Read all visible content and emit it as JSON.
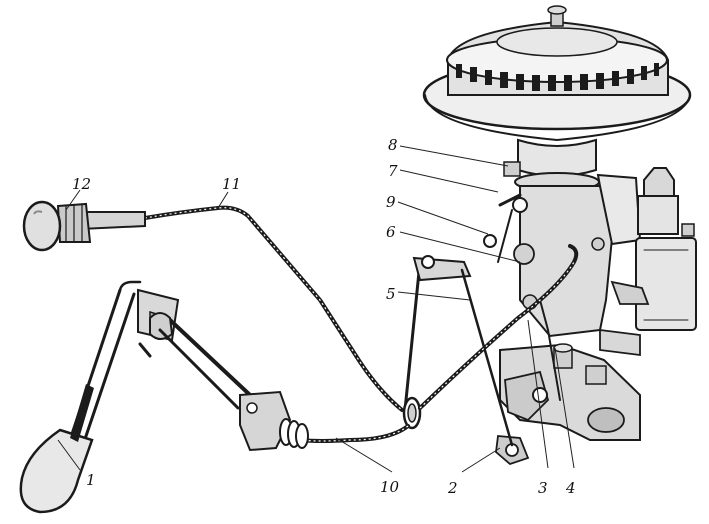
{
  "labels": {
    "l1": "1",
    "l2": "2",
    "l3": "3",
    "l4": "4",
    "l5": "5",
    "l6": "6",
    "l7": "7",
    "l8": "8",
    "l9": "9",
    "l10": "10",
    "l11": "11",
    "l12": "12"
  },
  "colors": {
    "ink": "#1b1b1b",
    "paper": "#ffffff",
    "shade": "#bdbdbd"
  }
}
